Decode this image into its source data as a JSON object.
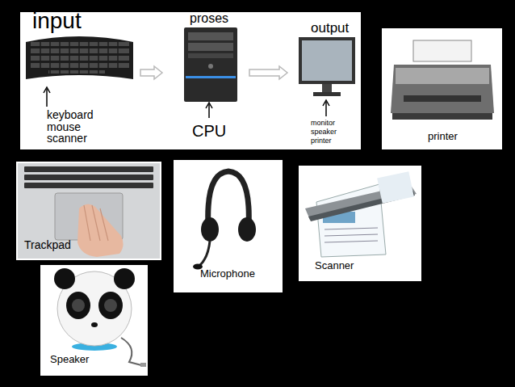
{
  "diagram": {
    "nodes": [
      {
        "text": [
          "input",
          "keyboard mouse scanner"
        ]
      },
      {
        "text": [
          "proses",
          "CPU"
        ]
      },
      {
        "text": [
          "output",
          "monitor speaker printer"
        ]
      },
      {
        "text": [
          "printer"
        ]
      },
      {
        "text": [
          "Trackpad"
        ]
      },
      {
        "text": [
          "Microphone"
        ]
      },
      {
        "text": [
          "Scanner"
        ]
      },
      {
        "text": [
          "Speaker"
        ]
      }
    ],
    "edges": [
      {
        "from": 0,
        "to": 1,
        "arrow": "to"
      },
      {
        "from": 1,
        "to": 2,
        "arrow": "to"
      }
    ]
  }
}
